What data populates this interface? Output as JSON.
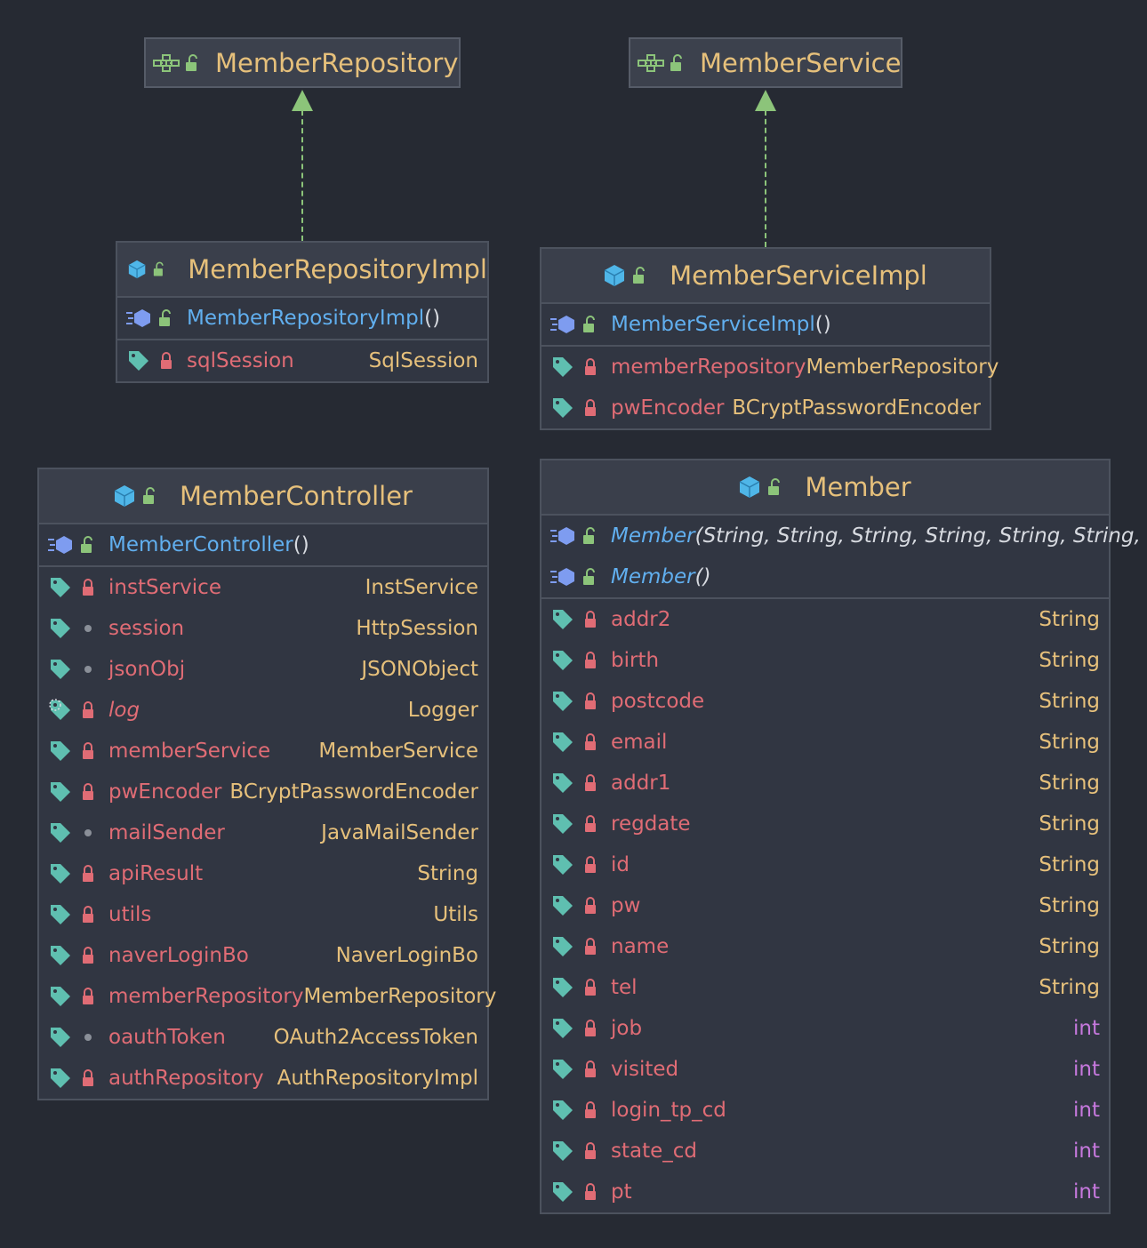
{
  "diagram": {
    "interfaces": [
      {
        "name": "MemberRepository"
      },
      {
        "name": "MemberService"
      }
    ],
    "repository_impl": {
      "name": "MemberRepositoryImpl",
      "constructors": [
        {
          "name": "MemberRepositoryImpl",
          "params": "()"
        }
      ],
      "fields": [
        {
          "name": "sqlSession",
          "type": "SqlSession"
        }
      ]
    },
    "service_impl": {
      "name": "MemberServiceImpl",
      "constructors": [
        {
          "name": "MemberServiceImpl",
          "params": "()"
        }
      ],
      "fields": [
        {
          "name": "memberRepository",
          "type": "MemberRepository"
        },
        {
          "name": "pwEncoder",
          "type": "BCryptPasswordEncoder"
        }
      ]
    },
    "controller": {
      "name": "MemberController",
      "constructors": [
        {
          "name": "MemberController",
          "params": "()"
        }
      ],
      "fields": [
        {
          "name": "instService",
          "type": "InstService",
          "access": "private"
        },
        {
          "name": "session",
          "type": "HttpSession",
          "access": "package"
        },
        {
          "name": "jsonObj",
          "type": "JSONObject",
          "access": "package"
        },
        {
          "name": "log",
          "type": "Logger",
          "access": "private-static"
        },
        {
          "name": "memberService",
          "type": "MemberService",
          "access": "private"
        },
        {
          "name": "pwEncoder",
          "type": "BCryptPasswordEncoder",
          "access": "private"
        },
        {
          "name": "mailSender",
          "type": "JavaMailSender",
          "access": "package"
        },
        {
          "name": "apiResult",
          "type": "String",
          "access": "private"
        },
        {
          "name": "utils",
          "type": "Utils",
          "access": "private"
        },
        {
          "name": "naverLoginBo",
          "type": "NaverLoginBo",
          "access": "private"
        },
        {
          "name": "memberRepository",
          "type": "MemberRepository",
          "access": "private"
        },
        {
          "name": "oauthToken",
          "type": "OAuth2AccessToken",
          "access": "package"
        },
        {
          "name": "authRepository",
          "type": "AuthRepositoryImpl",
          "access": "private"
        }
      ]
    },
    "member": {
      "name": "Member",
      "constructors": [
        {
          "name": "Member",
          "params": "(String, String, String, String, String, String,"
        },
        {
          "name": "Member",
          "params": "()"
        }
      ],
      "fields": [
        {
          "name": "addr2",
          "type": "String"
        },
        {
          "name": "birth",
          "type": "String"
        },
        {
          "name": "postcode",
          "type": "String"
        },
        {
          "name": "email",
          "type": "String"
        },
        {
          "name": "addr1",
          "type": "String"
        },
        {
          "name": "regdate",
          "type": "String"
        },
        {
          "name": "id",
          "type": "String"
        },
        {
          "name": "pw",
          "type": "String"
        },
        {
          "name": "name",
          "type": "String"
        },
        {
          "name": "tel",
          "type": "String"
        },
        {
          "name": "job",
          "type": "int"
        },
        {
          "name": "visited",
          "type": "int"
        },
        {
          "name": "login_tp_cd",
          "type": "int"
        },
        {
          "name": "state_cd",
          "type": "int"
        },
        {
          "name": "pt",
          "type": "int"
        }
      ]
    },
    "relations": [
      {
        "from": "MemberRepositoryImpl",
        "to": "MemberRepository",
        "kind": "realization"
      },
      {
        "from": "MemberServiceImpl",
        "to": "MemberService",
        "kind": "realization"
      }
    ]
  }
}
